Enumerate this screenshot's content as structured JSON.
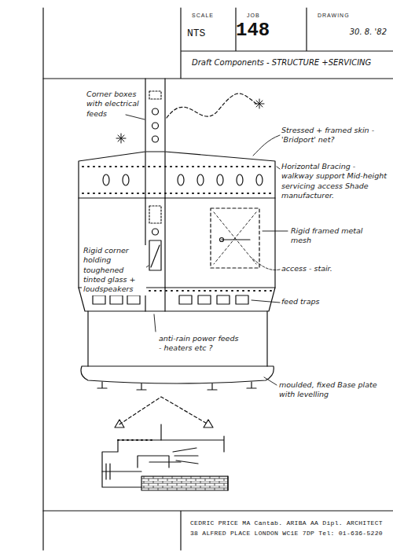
{
  "diagram": {
    "nodes": [
      {
        "text": [
          "SCALE",
          "NTS"
        ]
      },
      {
        "text": [
          "JOB",
          "148"
        ]
      },
      {
        "text": [
          "DRAWING",
          "30. 8. '82"
        ]
      },
      {
        "text": [
          "Draft Components - STRUCTURE +SERVICING"
        ]
      },
      {
        "text": [
          "CEDRIC PRICE MA Cantab. ARIBA AA Dipl. ARCHITECT 38 ALFRED PLACE LONDON WC1E 7DP Tel: 01-636-5220"
        ]
      }
    ],
    "labels": [
      "Corner boxes with electrical feeds",
      "Stressed + framed skin - 'Bridport' net?",
      "Horizontal Bracing - walkway support Mid-height servicing access Shade manufacturer.",
      "Rigid framed metal mesh",
      "Rigid corner holding toughened tinted glass + loudspeakers",
      "access - stair.",
      "feed traps",
      "anti-rain power feeds - heaters etc ?",
      "moulded, fixed Base plate with levelling"
    ]
  }
}
